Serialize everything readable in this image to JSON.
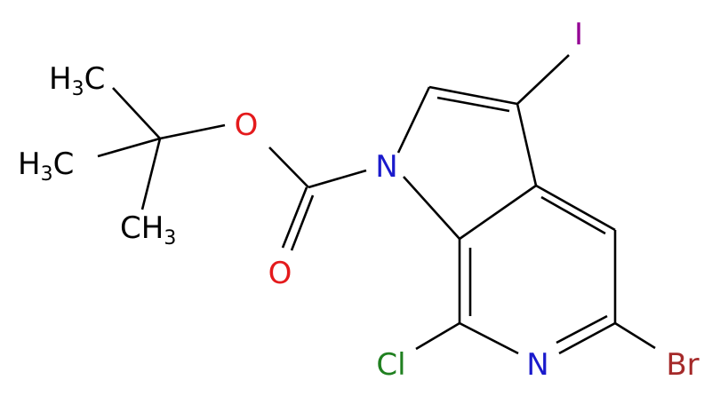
{
  "colors": {
    "bond": "#000000",
    "carbon": "#000000",
    "nitrogen": "#1a1acc",
    "oxygen": "#e41a1c",
    "chlorine": "#208020",
    "bromine": "#a52a2a",
    "iodine": "#940094",
    "background": "#ffffff"
  },
  "labels": {
    "methyl_1": {
      "main": "H",
      "sub": "3",
      "tail": "C"
    },
    "methyl_2": {
      "main": "H",
      "sub": "3",
      "tail": "C"
    },
    "methyl_3": {
      "main": "CH",
      "sub": "3"
    },
    "ester_oxygen": "O",
    "carbonyl_oxygen": "O",
    "pyrrole_nitrogen": "N",
    "iodine": "I",
    "pyridine_nitrogen": "N",
    "chlorine": "Cl",
    "bromine": "Br"
  }
}
